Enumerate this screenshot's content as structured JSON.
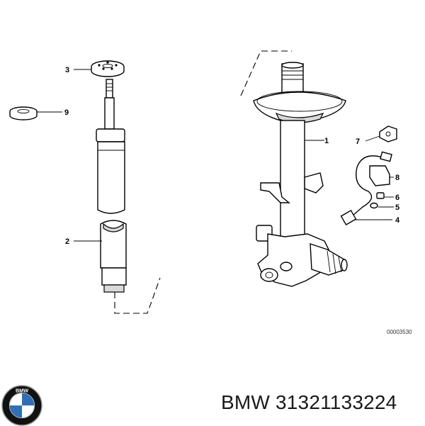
{
  "diagram": {
    "callouts": [
      {
        "id": "1",
        "label": "1"
      },
      {
        "id": "2",
        "label": "2"
      },
      {
        "id": "3",
        "label": "3"
      },
      {
        "id": "4",
        "label": "4"
      },
      {
        "id": "5",
        "label": "5"
      },
      {
        "id": "6",
        "label": "6"
      },
      {
        "id": "7",
        "label": "7"
      },
      {
        "id": "8",
        "label": "8"
      },
      {
        "id": "9",
        "label": "9"
      }
    ],
    "reference_code": "00003530"
  },
  "footer": {
    "part_title": "BMW 31321133224",
    "logo_text": "BMW",
    "logo_colors": {
      "outer": "#111111",
      "blue": "#2f6fb7",
      "white": "#ffffff",
      "ring": "#9a9a9a"
    }
  }
}
